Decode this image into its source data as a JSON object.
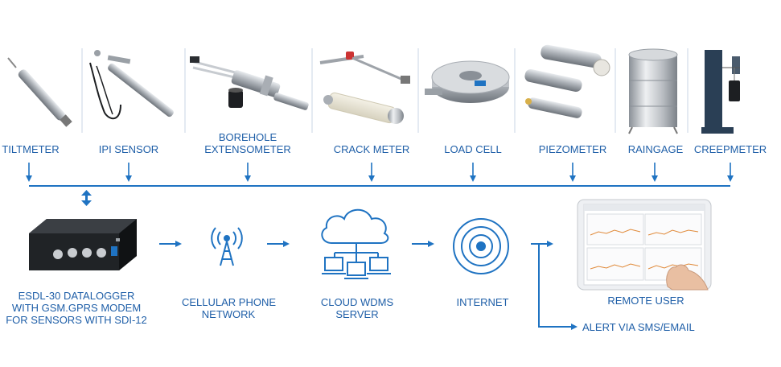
{
  "colors": {
    "accent": "#1f73c2",
    "label": "#1f5fa8",
    "metal": "#b8bcc2",
    "dark": "#1d1f22"
  },
  "sensors": [
    {
      "label": "TILTMETER",
      "icon": "tiltmeter-icon"
    },
    {
      "label": "IPI SENSOR",
      "icon": "ipi-sensor-icon"
    },
    {
      "label_lines": [
        "BOREHOLE",
        "EXTENSOMETER"
      ],
      "icon": "borehole-extensometer-icon"
    },
    {
      "label": "CRACK METER",
      "icon": "crack-meter-icon"
    },
    {
      "label": "LOAD CELL",
      "icon": "load-cell-icon"
    },
    {
      "label": "PIEZOMETER",
      "icon": "piezometer-icon"
    },
    {
      "label": "RAINGAGE",
      "icon": "raingage-icon"
    },
    {
      "label": "CREEPMETER",
      "icon": "creepmeter-icon"
    }
  ],
  "flow": {
    "datalogger": {
      "label_lines": [
        "ESDL-30 DATALOGGER",
        "WITH GSM.GPRS MODEM",
        "FOR SENSORS WITH SDI-12"
      ],
      "icon": "datalogger-box-icon"
    },
    "network": {
      "label_lines": [
        "CELLULAR PHONE",
        "NETWORK"
      ],
      "icon": "cell-tower-icon"
    },
    "cloud": {
      "label_lines": [
        "CLOUD WDMS",
        "SERVER"
      ],
      "icon": "cloud-server-icon"
    },
    "internet": {
      "label": "INTERNET",
      "icon": "wireless-signal-icon"
    },
    "remote_user": {
      "label": "REMOTE USER",
      "icon": "tablet-dashboard-icon"
    },
    "alert": {
      "label": "ALERT VIA SMS/EMAIL"
    }
  }
}
